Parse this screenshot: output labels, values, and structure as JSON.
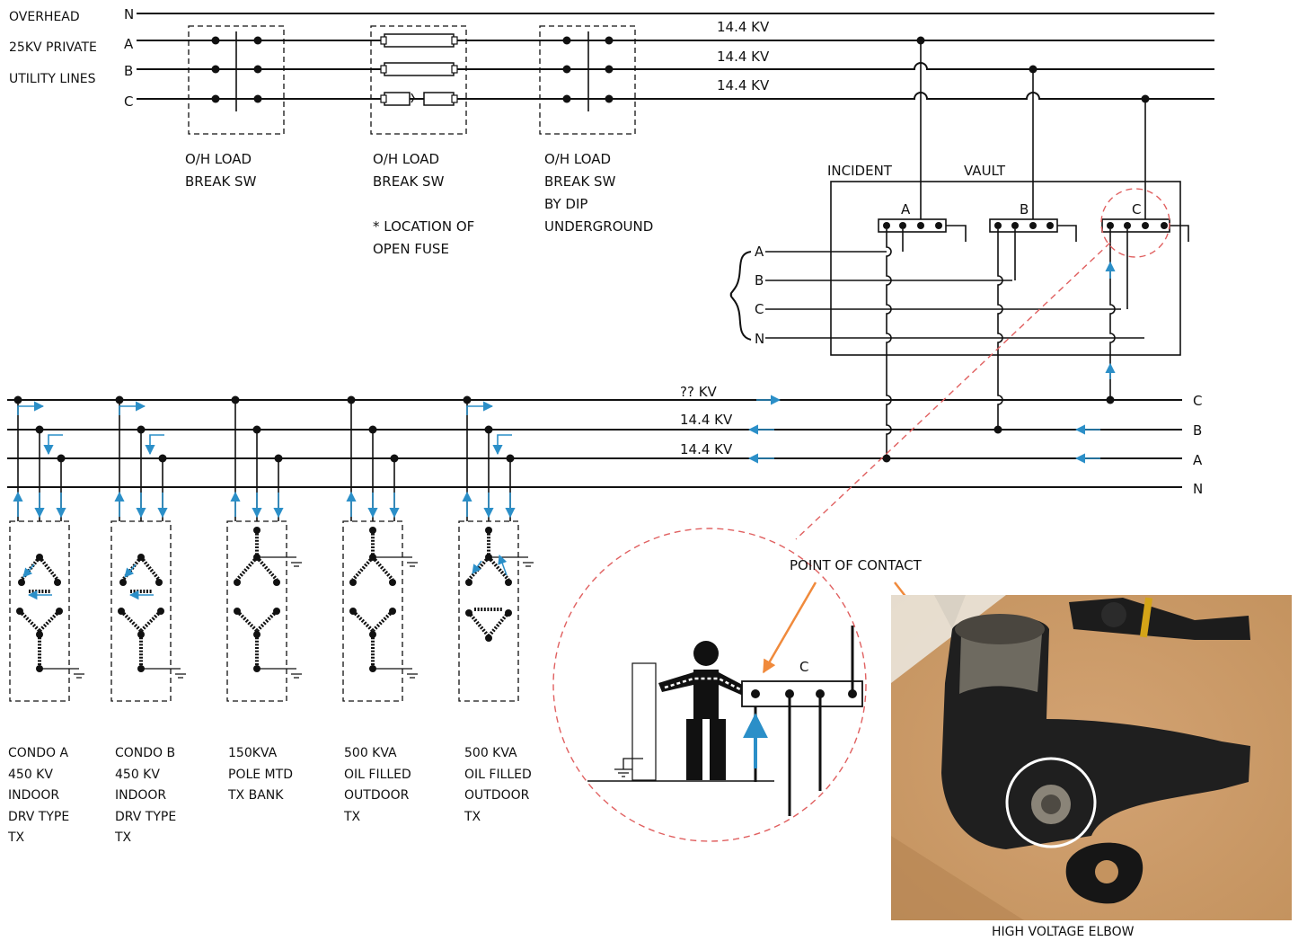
{
  "overhead_labels": [
    "OVERHEAD",
    "25KV PRIVATE",
    "UTILITY LINES"
  ],
  "top_phases": [
    "N",
    "A",
    "B",
    "C"
  ],
  "top_voltages": [
    "14.4 KV",
    "14.4 KV",
    "14.4 KV"
  ],
  "switches": [
    {
      "lines": [
        "O/H LOAD",
        "BREAK SW"
      ]
    },
    {
      "lines": [
        "O/H LOAD",
        "BREAK SW",
        "",
        "* LOCATION OF",
        "OPEN FUSE"
      ]
    },
    {
      "lines": [
        "O/H LOAD",
        "BREAK SW",
        "BY DIP",
        "UNDERGROUND"
      ]
    }
  ],
  "vault": {
    "title_left": "INCIDENT",
    "title_right": "VAULT",
    "bus_labels": [
      "A",
      "B",
      "C"
    ],
    "bracket_labels": [
      "A",
      "B",
      "C",
      "N"
    ]
  },
  "bottom_phases": [
    "C",
    "B",
    "A",
    "N"
  ],
  "bottom_voltages": [
    "?? KV",
    "14.4 KV",
    "14.4 KV"
  ],
  "transformers": [
    {
      "lines": [
        "CONDO A",
        "450 KV",
        "INDOOR",
        "DRV TYPE",
        "TX"
      ]
    },
    {
      "lines": [
        "CONDO B",
        "450 KV",
        "INDOOR",
        "DRV TYPE",
        "TX"
      ]
    },
    {
      "lines": [
        "150KVA",
        "POLE MTD",
        "TX BANK"
      ]
    },
    {
      "lines": [
        "500 KVA",
        "OIL FILLED",
        "OUTDOOR",
        "TX"
      ]
    },
    {
      "lines": [
        "500 KVA",
        "OIL FILLED",
        "OUTDOOR",
        "TX"
      ]
    }
  ],
  "contact": {
    "title": "POINT OF CONTACT",
    "bus_label": "C"
  },
  "photo": {
    "caption": "HIGH VOLTAGE ELBOW"
  },
  "colors": {
    "line": "#111111",
    "arrow_blue": "#2b8fc8",
    "callout_red": "#e06060",
    "pointer_orange": "#f08a3c"
  }
}
